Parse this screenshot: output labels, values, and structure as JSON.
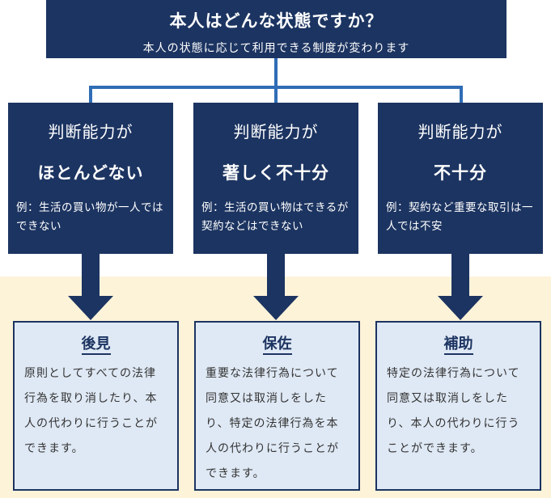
{
  "header": {
    "title": "本人はどんな状態ですか？",
    "subtitle": "本人の状態に応じて利用できる制度が変わります"
  },
  "columns": [
    {
      "head": "判断能力が",
      "level": "ほとんどない",
      "example": "例：生活の買い物が一人ではできない",
      "system_name": "後見",
      "system_desc": "原則としてすべての法律行為を取り消したり、本人の代わりに行うことができます。"
    },
    {
      "head": "判断能力が",
      "level": "著しく不十分",
      "example": "例：生活の買い物はできるが契約などはできない",
      "system_name": "保佐",
      "system_desc": "重要な法律行為について同意又は取消しをしたり、特定の法律行為を本人の代わりに行うことができます。"
    },
    {
      "head": "判断能力が",
      "level": "不十分",
      "example": "例：契約など重要な取引は一人では不安",
      "system_name": "補助",
      "system_desc": "特定の法律行為について同意又は取消しをしたり、本人の代わりに行うことができます。"
    }
  ],
  "colors": {
    "navy": "#1c3461",
    "connector_blue": "#2f6db6",
    "band_cream": "#fdf3d9",
    "box_light_blue": "#dfe9f5"
  }
}
